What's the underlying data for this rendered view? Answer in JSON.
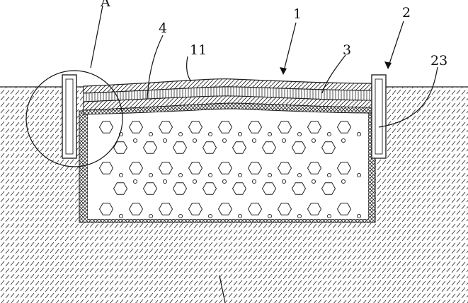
{
  "diagram": {
    "labels": {
      "detail_a": "A",
      "part_1": "1",
      "part_2": "2",
      "part_3": "3",
      "part_4": "4",
      "part_11": "11",
      "part_23": "23"
    },
    "colors": {
      "line": "#222222",
      "hatch": "#333333",
      "background": "#ffffff"
    }
  }
}
